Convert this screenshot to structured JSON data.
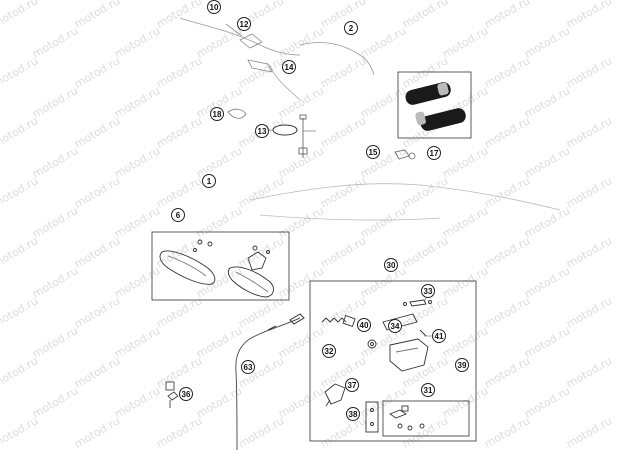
{
  "diagram": {
    "watermark_text": "motod.ru",
    "callouts": [
      "10",
      "12",
      "2",
      "14",
      "17",
      "18",
      "13",
      "15",
      "1",
      "6",
      "30",
      "33",
      "40",
      "34",
      "41",
      "32",
      "39",
      "63",
      "37",
      "31",
      "36",
      "38"
    ]
  }
}
